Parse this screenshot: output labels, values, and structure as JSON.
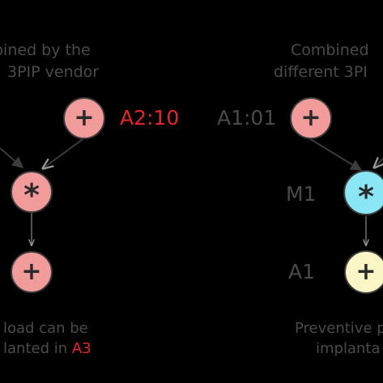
{
  "colors": {
    "background": "#000000",
    "text_gray": "#4a4a4a",
    "highlight_red": "#e8232b",
    "pink_node": "#f29b9b",
    "cyan_node": "#8ae6f5",
    "cream_node": "#fbf6c6",
    "node_stroke": "#3a3a3a"
  },
  "left_panel": {
    "caption_line1": "bined by the",
    "caption_line2": "3PIP vendor",
    "add_node_label": "A2:10",
    "add_node_symbol": "+",
    "mult_node_symbol": "*",
    "bottom_node_symbol": "+",
    "note_line1": "load can be",
    "note_line2_text": "lanted in ",
    "note_line2_highlight": "A3"
  },
  "right_panel": {
    "caption_line1": "Combined",
    "caption_line2": "different 3PI",
    "add_node_label": "A1:01",
    "add_node_symbol": "+",
    "mult_node_label": "M1",
    "mult_node_symbol": "*",
    "bottom_node_label": "A1",
    "bottom_node_symbol": "+",
    "note_line1": "Preventive p",
    "note_line2": "implanta"
  }
}
